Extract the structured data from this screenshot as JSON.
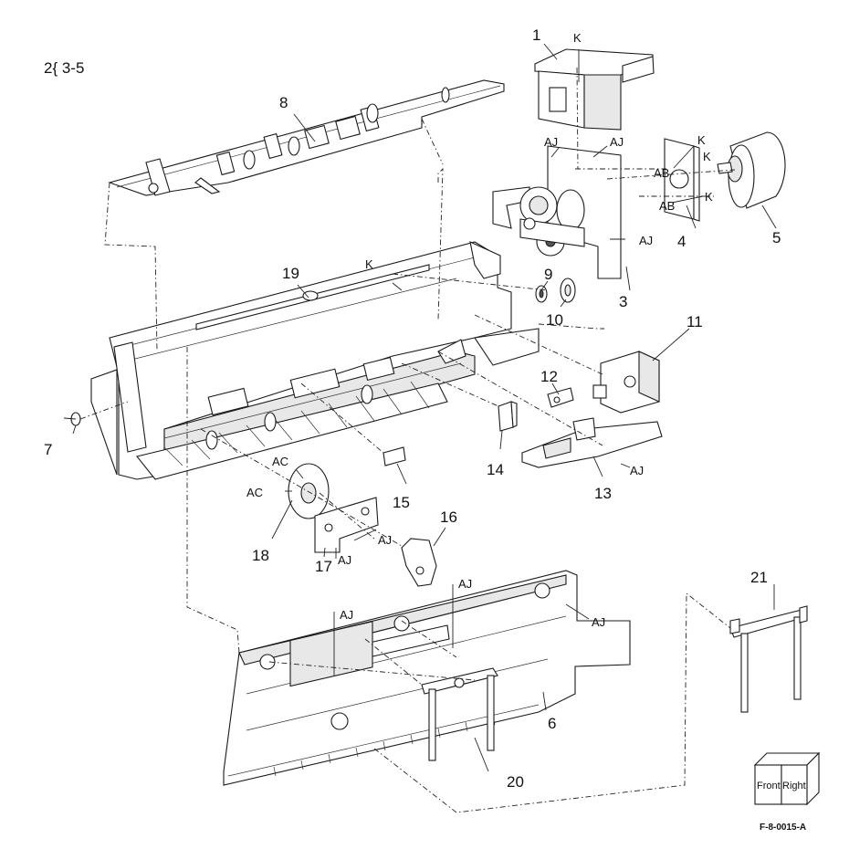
{
  "header": {
    "section_ref": "2{ 3-5"
  },
  "figure": {
    "id": "F-8-0015-A"
  },
  "orientation": {
    "front_label": "Front",
    "right_label": "Right"
  },
  "callouts": [
    "1",
    "3",
    "4",
    "5",
    "6",
    "7",
    "8",
    "9",
    "10",
    "11",
    "12",
    "13",
    "14",
    "15",
    "16",
    "17",
    "18",
    "19",
    "20",
    "21"
  ],
  "ref_marks": {
    "K": "K",
    "AJ": "AJ",
    "AB": "AB",
    "AC": "AC"
  }
}
